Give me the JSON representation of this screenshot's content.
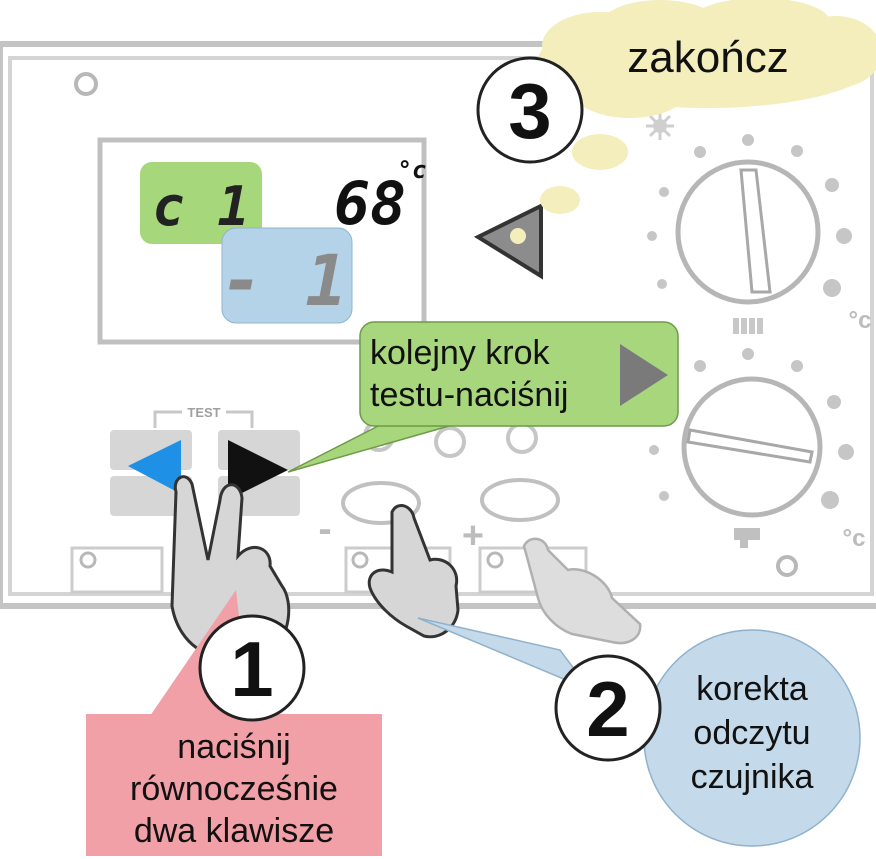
{
  "display": {
    "code": "c 1",
    "temperature": "68",
    "unit": "°c",
    "correction": "- 1"
  },
  "panel": {
    "test_label": "TEST",
    "minus_label": "-",
    "plus_label": "+",
    "knob_top_unit": "°c",
    "knob_bottom_unit": "°c"
  },
  "callouts": {
    "step1": {
      "number": "1",
      "lines": [
        "naciśnij",
        "równocześnie",
        "dwa klawisze"
      ]
    },
    "step2": {
      "number": "2",
      "lines": [
        "korekta",
        "odczytu",
        "czujnika"
      ]
    },
    "step3": {
      "number": "3",
      "text": "zakończ"
    },
    "next_step": {
      "lines": [
        "kolejny krok",
        "testu-naciśnij"
      ]
    }
  },
  "colors": {
    "panel_outline": "#c0c0c0",
    "code_box": "#a6d77a",
    "correction_box": "#b5d3e8",
    "callout1_box": "#f0a0a6",
    "callout2_bubble": "#c4d9ea",
    "callout3_cloud": "#f3eebc",
    "next_box": "#a8d67c",
    "left_button": "#1e90e6",
    "right_button": "#111111"
  }
}
